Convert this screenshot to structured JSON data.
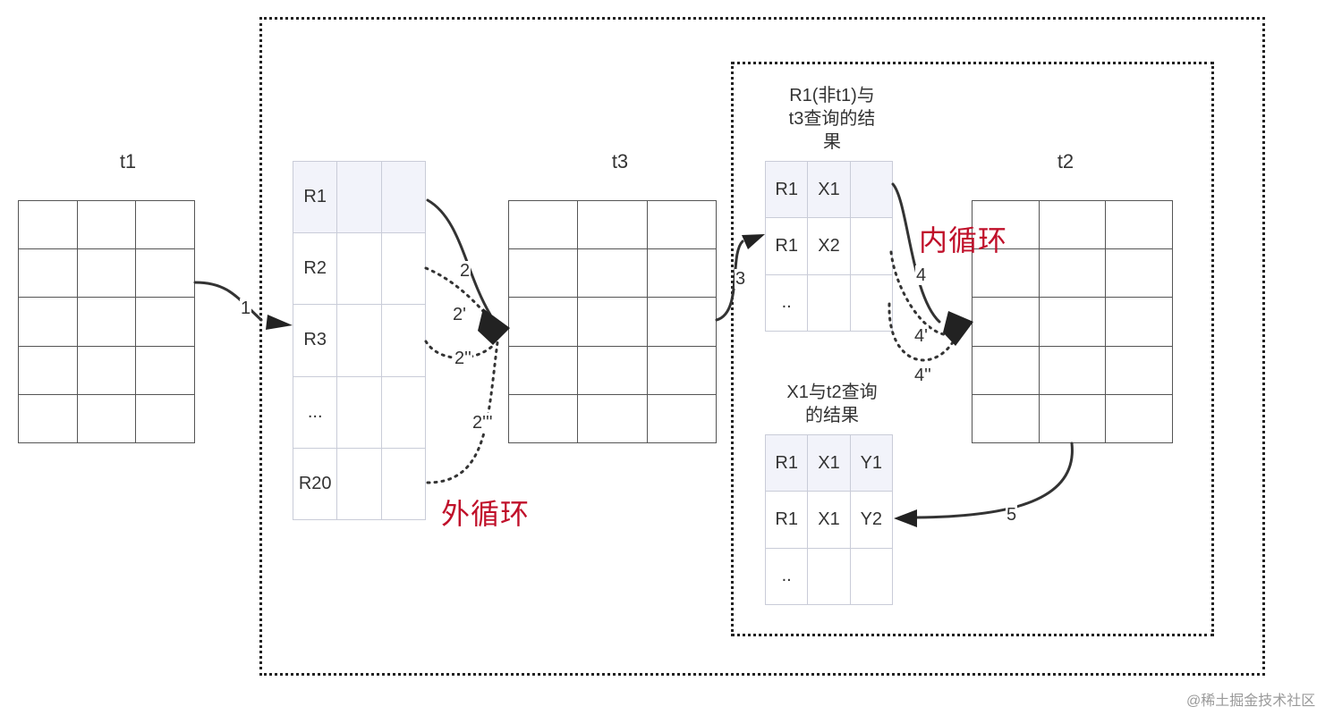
{
  "labels": {
    "t1": "t1",
    "t3": "t3",
    "t2": "t2"
  },
  "outer_table": {
    "rows": [
      "R1",
      "R2",
      "R3",
      "...",
      "R20"
    ]
  },
  "result1": {
    "caption_lines": [
      "R1(非t1)与",
      "t3查询的结",
      "果"
    ],
    "rows": [
      [
        "R1",
        "X1",
        ""
      ],
      [
        "R1",
        "X2",
        ""
      ],
      [
        "..",
        "",
        ""
      ]
    ]
  },
  "result2": {
    "caption_lines": [
      "X1与t2查询",
      "的结果"
    ],
    "rows": [
      [
        "R1",
        "X1",
        "Y1"
      ],
      [
        "R1",
        "X1",
        "Y2"
      ],
      [
        "..",
        "",
        ""
      ]
    ]
  },
  "loops": {
    "outer": "外循环",
    "inner": "内循环"
  },
  "steps": {
    "s1": "1",
    "s2": "2",
    "s2a": "2'",
    "s2b": "2''",
    "s2c": "2'''",
    "s3": "3",
    "s4": "4",
    "s4a": "4'",
    "s4b": "4''",
    "s5": "5"
  },
  "colors": {
    "loop_text": "#c0102a",
    "grid_line": "#555555",
    "row_highlight": "#f2f3fa"
  },
  "watermark": "@稀土掘金技术社区"
}
